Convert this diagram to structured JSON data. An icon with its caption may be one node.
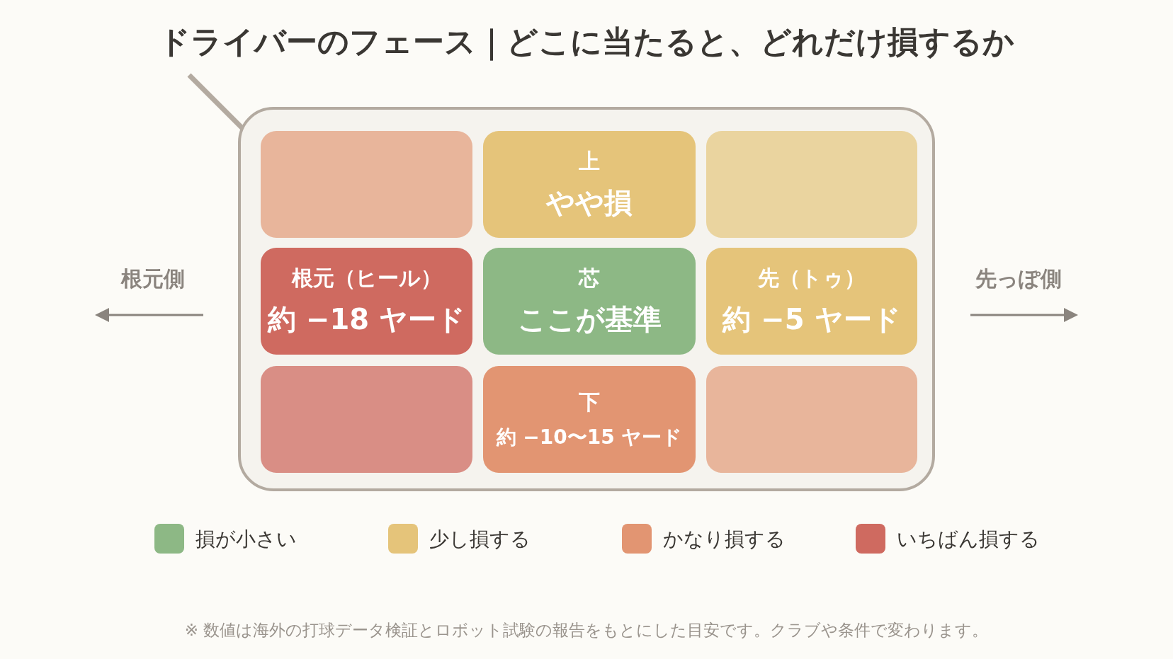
{
  "diagram": {
    "title": "ドライバーのフェース｜どこに当たると、どれだけ損するか",
    "caption": "※ 数値は海外の打球データ検証とロボット試験の報告をもとにした目安です。クラブや条件で変わります。",
    "nodes": [
      {
        "text": [],
        "shape": "box"
      },
      {
        "text": [],
        "shape": "box",
        "in": 0
      },
      {
        "text": [
          "上",
          "やや損"
        ],
        "in": 0
      },
      {
        "text": [],
        "shape": "box",
        "in": 0
      },
      {
        "text": [
          "根元（ヒール）",
          "約 −18 ヤード"
        ],
        "in": 0
      },
      {
        "text": [
          "芯",
          "ここが基準"
        ],
        "in": 0
      },
      {
        "text": [
          "先（トゥ）",
          "約 −5 ヤード"
        ],
        "in": 0
      },
      {
        "text": [],
        "shape": "box",
        "in": 0
      },
      {
        "text": [
          "下",
          "約 −10〜15 ヤード"
        ],
        "in": 0
      },
      {
        "text": [],
        "shape": "box",
        "in": 0
      }
    ],
    "labels": [
      "根元側",
      "先っぽ側"
    ],
    "legend": [
      {
        "text": "損が小さい",
        "color": "#8db885"
      },
      {
        "text": "少し損する",
        "color": "#e5c47a"
      },
      {
        "text": "かなり損する",
        "color": "#e29572"
      },
      {
        "text": "いちばん損する",
        "color": "#cf6a60"
      }
    ]
  }
}
